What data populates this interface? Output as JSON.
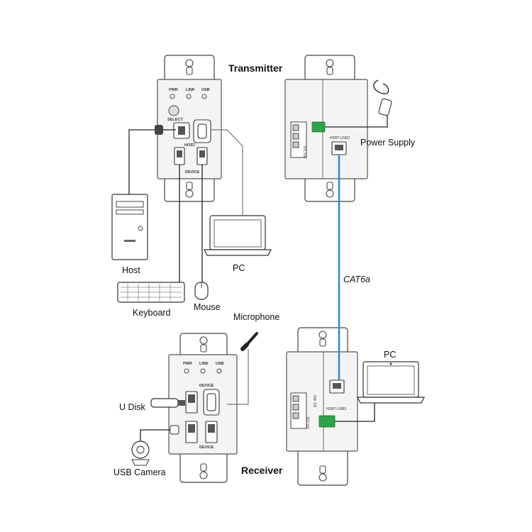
{
  "labels": {
    "transmitter": "Transmitter",
    "receiver": "Receiver",
    "power_supply": "Power Supply",
    "host": "Host",
    "keyboard": "Keyboard",
    "mouse": "Mouse",
    "pc_top": "PC",
    "pc_bottom": "PC",
    "cable": "CAT6a",
    "microphone": "Microphone",
    "u_disk": "U Disk",
    "usb_camera": "USB Camera"
  },
  "panel_text": {
    "pwr": "PWR",
    "link": "LINK",
    "usb": "USB",
    "select": "SELECT",
    "host": "HOST",
    "device": "DEVICE",
    "hdbt_usb3": "HDBT-USB3",
    "rs232": "RS 232",
    "dc48v": "DC 48V"
  }
}
